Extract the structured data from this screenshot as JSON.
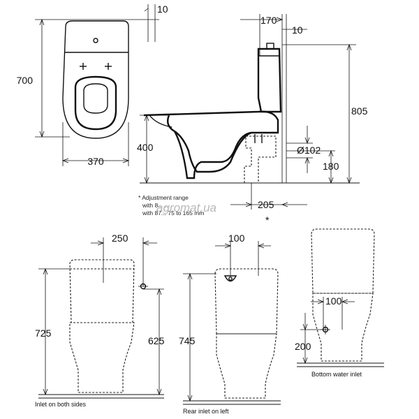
{
  "top_view": {
    "dim_depth": "700",
    "dim_width": "370",
    "dim_offset": "10"
  },
  "side_view": {
    "dim_cistern_depth": "170",
    "dim_wall_gap": "10",
    "dim_total_height": "805",
    "dim_seat_height": "400",
    "dim_outlet_diameter": "Ø102",
    "dim_outlet_height": "180",
    "dim_outlet_distance": "205",
    "asterisk": "*",
    "note_line1": "* Adjustment range",
    "note_line2": "with 8... ...",
    "note_line3": "with 87... 75 to 165 mm"
  },
  "watermark": "agromat.ua",
  "front_view_1": {
    "dim_inlet_offset": "250",
    "dim_height": "725",
    "dim_inlet_height": "625",
    "caption": "Inlet on both sides"
  },
  "front_view_2": {
    "dim_inlet_offset": "100",
    "dim_height": "745",
    "caption": "Rear inlet on left"
  },
  "front_view_3": {
    "dim_inlet_offset": "100",
    "dim_inlet_height": "200",
    "caption": "Bottom water inlet"
  }
}
